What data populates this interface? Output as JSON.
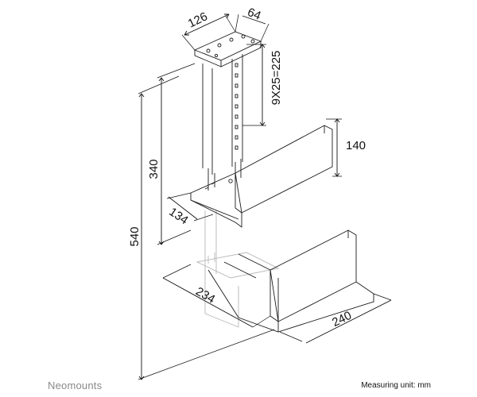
{
  "brand": "Neomounts",
  "measuring_unit": "Measuring unit: mm",
  "dimensions": {
    "plate_width": "126",
    "plate_depth": "64",
    "height_steps": "9X25=225",
    "cradle_height": "140",
    "bracket_height": "340",
    "cradle_depth": "134",
    "total_height": "540",
    "bottom_depth": "234",
    "bottom_width": "240"
  }
}
